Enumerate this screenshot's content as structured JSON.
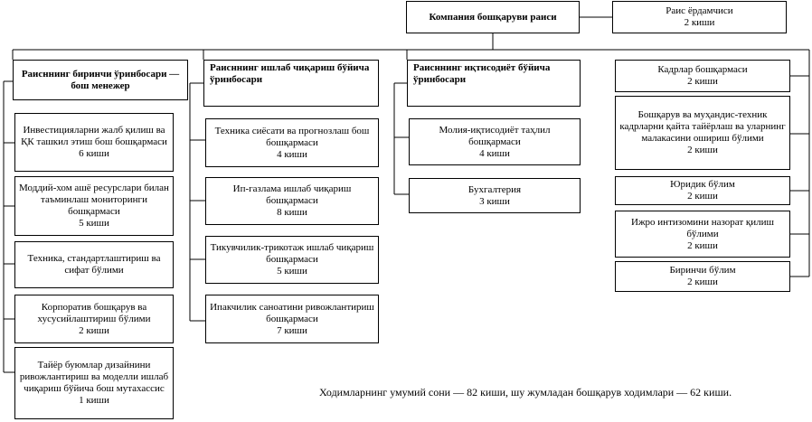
{
  "ceo": {
    "title": "Компания бошқаруви раиси"
  },
  "assistant": {
    "title": "Раис ёрдамчиси",
    "count": "2 киши"
  },
  "columns": [
    {
      "head": "Раисннинг биринчи ўринбосари — бош менежер",
      "units": [
        {
          "title": "Инвестицияларни жалб қилиш ва ҚК ташкил этиш бош бошқармаси",
          "count": "6 киши"
        },
        {
          "title": "Моддий-хом ашё ресурслари билан таъминлаш мониторинги бошқармаси",
          "count": "5 киши"
        },
        {
          "title": "Техника, стандартлаштириш ва сифат бўлими",
          "count": ""
        },
        {
          "title": "Корпоратив бошқарув ва хусусийлаштириш бўлими",
          "count": "2 киши"
        },
        {
          "title": "Тайёр буюмлар дизайнини ривожлантириш ва моделли ишлаб чиқариш бўйича бош мутахассис",
          "count": "1 киши"
        }
      ]
    },
    {
      "head": "Раисннинг ишлаб чиқариш бўйича ўринбосари",
      "units": [
        {
          "title": "Техника сиёсати ва прогнозлаш бош бошқармаси",
          "count": "4 киши"
        },
        {
          "title": "Ип-газлама ишлаб чиқариш бошқармаси",
          "count": "8 киши"
        },
        {
          "title": "Тикувчилик-трикотаж ишлаб чиқариш бошқармаси",
          "count": "5 киши"
        },
        {
          "title": "Ипакчилик саноатини ривожлантириш бошқармаси",
          "count": "7 киши"
        }
      ]
    },
    {
      "head": "Раисннинг иқтисодиёт бўйича ўринбосари",
      "units": [
        {
          "title": "Молия-иқтисодиёт таҳлил бошқармаси",
          "count": "4 киши"
        },
        {
          "title": "Бухгалтерия",
          "count": "3 киши"
        }
      ]
    },
    {
      "head": "",
      "units": [
        {
          "title": "Кадрлар бошқармаси",
          "count": "2 киши"
        },
        {
          "title": "Бошқарув ва муҳандис-техник кадрларни қайта тайёрлаш ва уларнинг малакасини ошириш бўлими",
          "count": "2 киши"
        },
        {
          "title": "Юридик бўлим",
          "count": "2 киши"
        },
        {
          "title": "Ижро интизомини назорат қилиш бўлими",
          "count": "2 киши"
        },
        {
          "title": "Биринчи бўлим",
          "count": "2 киши"
        }
      ]
    }
  ],
  "footnote": "Ходимларнинг умумий сони — 82 киши, шу жумладан бошқарув ходимлари — 62 киши."
}
